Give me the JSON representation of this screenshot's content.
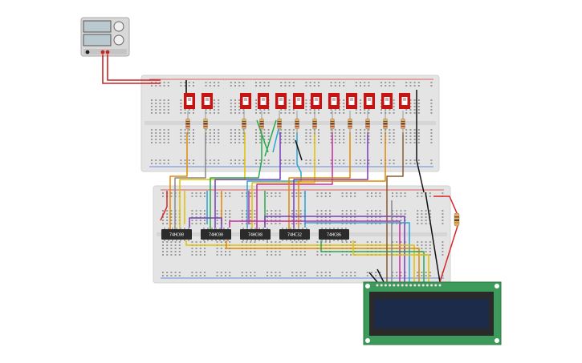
{
  "colors": {
    "breadboard": "#e4e4e4",
    "hole": "#9a9a9a",
    "rail_red": "#d33",
    "rail_blue": "#3a6fd8",
    "switch": "#cc1111",
    "chip": "#2b2b2b",
    "lcd_pcb": "#3c9a5a",
    "lcd_screen": "#1d2b4a",
    "psu_body": "#d8d8d8"
  },
  "power_supply": {
    "icon": "power-supply-icon",
    "displays": 2,
    "terminals": [
      "black",
      "red",
      "red"
    ]
  },
  "switches": {
    "count": 12
  },
  "resistors": {
    "count": 12
  },
  "chips": [
    {
      "label": "74HC00"
    },
    {
      "label": "74HC00"
    },
    {
      "label": "74HC08"
    },
    {
      "label": "74HC32"
    },
    {
      "label": "74HC86"
    }
  ],
  "lcd": {
    "type": "16x2 character LCD",
    "pin_count": 16
  },
  "wire_colors": [
    "#e08a00",
    "#7a3cb8",
    "#2aa84a",
    "#e0c000",
    "#29a3d6",
    "#c82aa0",
    "#8b5a2b",
    "#888888",
    "#111111",
    "#d62828"
  ]
}
